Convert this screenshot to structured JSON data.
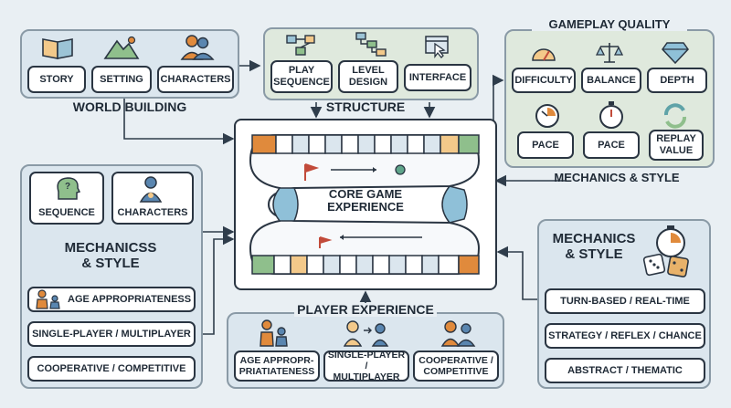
{
  "world_building": {
    "title": "WORLD BUILDING",
    "items": [
      {
        "label": "STORY",
        "icon": "book-icon"
      },
      {
        "label": "SETTING",
        "icon": "mountain-icon"
      },
      {
        "label": "CHARACTERS",
        "icon": "people-icon"
      }
    ]
  },
  "structure": {
    "title": "STRUCTURE",
    "items": [
      {
        "label": "PLAY\nSEQUENCE",
        "icon": "flowchart-icon"
      },
      {
        "label": "LEVEL\nDESIGN",
        "icon": "level-map-icon"
      },
      {
        "label": "INTERFACE",
        "icon": "cursor-window-icon"
      }
    ]
  },
  "gameplay_quality": {
    "title": "GAMEPLAY QUALITY",
    "subtitle": "MECHANICS & STYLE",
    "items": [
      {
        "label": "DIFFICULTY",
        "icon": "gauge-icon"
      },
      {
        "label": "BALANCE",
        "icon": "scale-icon"
      },
      {
        "label": "DEPTH",
        "icon": "diamond-icon"
      },
      {
        "label": "PACE",
        "icon": "clock-icon"
      },
      {
        "label": "PACE",
        "icon": "stopwatch-icon"
      },
      {
        "label": "REPLAY\nVALUE",
        "icon": "replay-icon"
      }
    ]
  },
  "center": {
    "title": "CORE GAME\nEXPERIENCE"
  },
  "left_panel": {
    "title": "MECHANICSS\n& STYLE",
    "top_items": [
      {
        "label": "SEQUENCE",
        "icon": "head-question-icon"
      },
      {
        "label": "CHARACTERS",
        "icon": "person-icon"
      }
    ],
    "list_items": [
      "AGE APPROPRIATENESS",
      "SINGLE-PLAYER / MULTIPLAYER",
      "COOPERATIVE / COMPETITIVE"
    ]
  },
  "right_panel": {
    "title": "MECHANICS\n& STYLE",
    "list_items": [
      "TURN-BASED / REAL-TIME",
      "STRATEGY / REFLEX / CHANCE",
      "ABSTRACT / THEMATIC"
    ]
  },
  "player_experience": {
    "title": "PLAYER EXPERIENCE",
    "items": [
      {
        "label": "AGE APPROPR-\nPRIATIATENESS",
        "icon": "adult-child-icon"
      },
      {
        "label": "SINGLE-PLAYER /\nMULTIPLAYER",
        "icon": "players-icon"
      },
      {
        "label": "COOPERATIVE /\nCOMPETITIVE",
        "icon": "duo-icon"
      }
    ]
  },
  "colors": {
    "blue_panel": "#dbe6ee",
    "green_panel": "#dfe9dd",
    "outline": "#2a3542",
    "accent_orange": "#e08a3c",
    "accent_teal": "#5fa3a8"
  }
}
